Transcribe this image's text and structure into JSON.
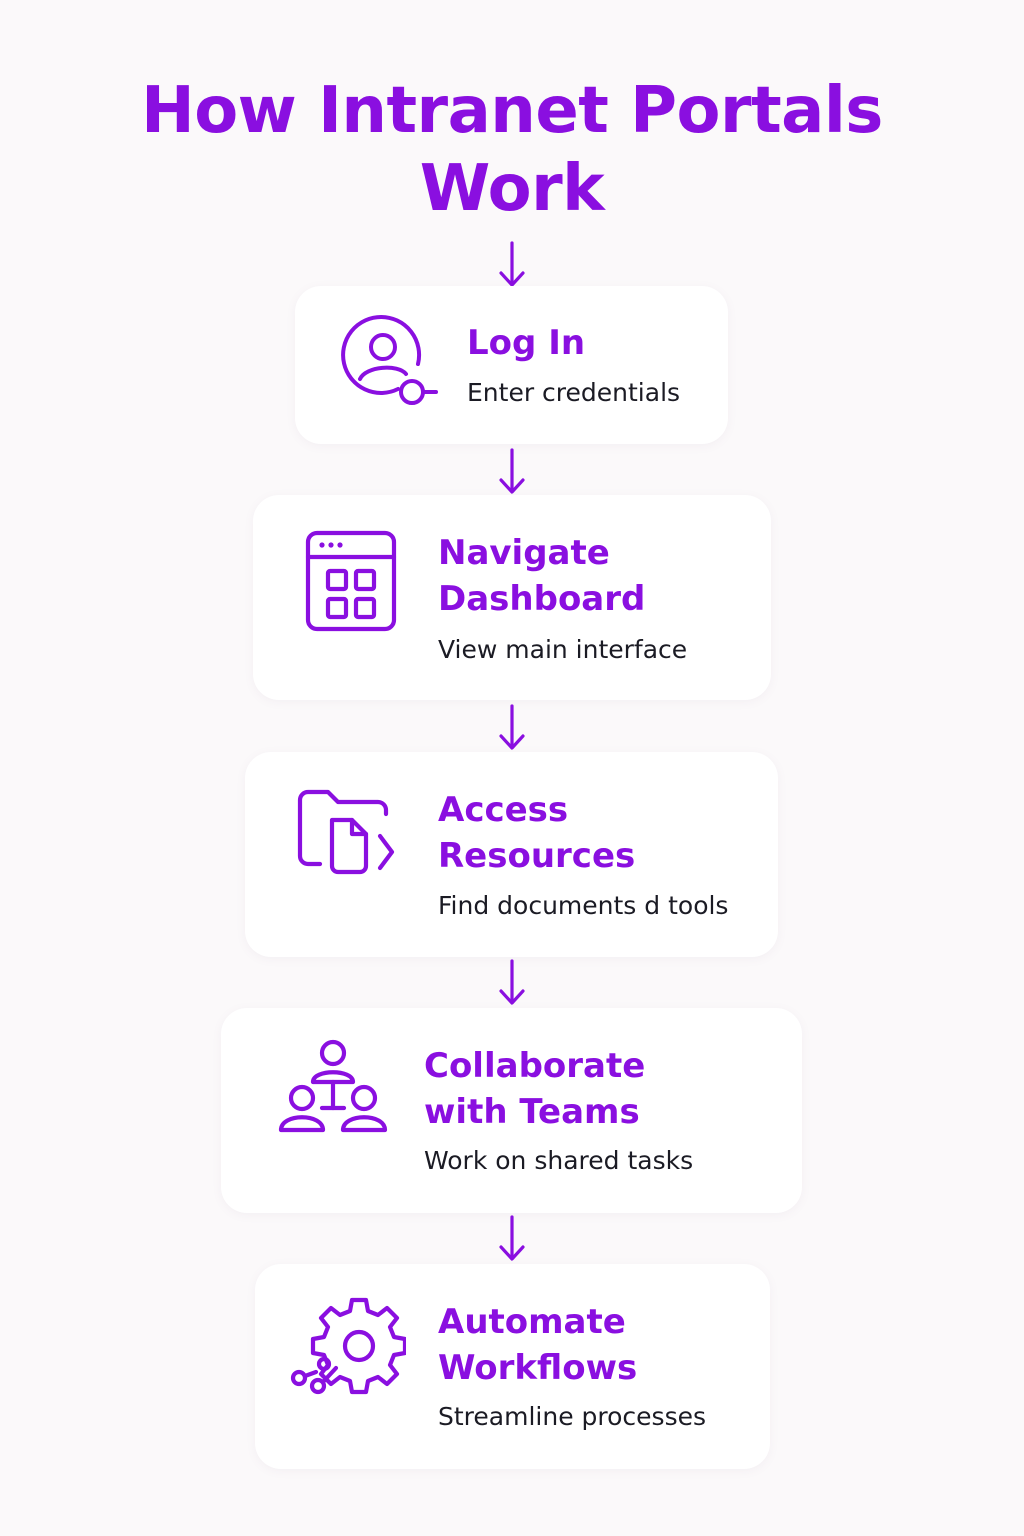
{
  "title": {
    "line1": "How Intranet Portals",
    "line2": "Work"
  },
  "accent_color": "#8a0fe0",
  "steps": [
    {
      "icon": "user-login-icon",
      "title_lines": [
        "Log In"
      ],
      "description": "Enter credentials"
    },
    {
      "icon": "dashboard-grid-icon",
      "title_lines": [
        "Navigate",
        "Dashboard"
      ],
      "description": "View main interface"
    },
    {
      "icon": "folder-document-icon",
      "title_lines": [
        "Access",
        "Resources"
      ],
      "description": "Find documents d tools"
    },
    {
      "icon": "team-collaboration-icon",
      "title_lines": [
        "Collaborate",
        "with Teams"
      ],
      "description": "Work on shared tasks"
    },
    {
      "icon": "gear-workflow-icon",
      "title_lines": [
        "Automate",
        "Workflows"
      ],
      "description": "Streamline processes"
    }
  ]
}
